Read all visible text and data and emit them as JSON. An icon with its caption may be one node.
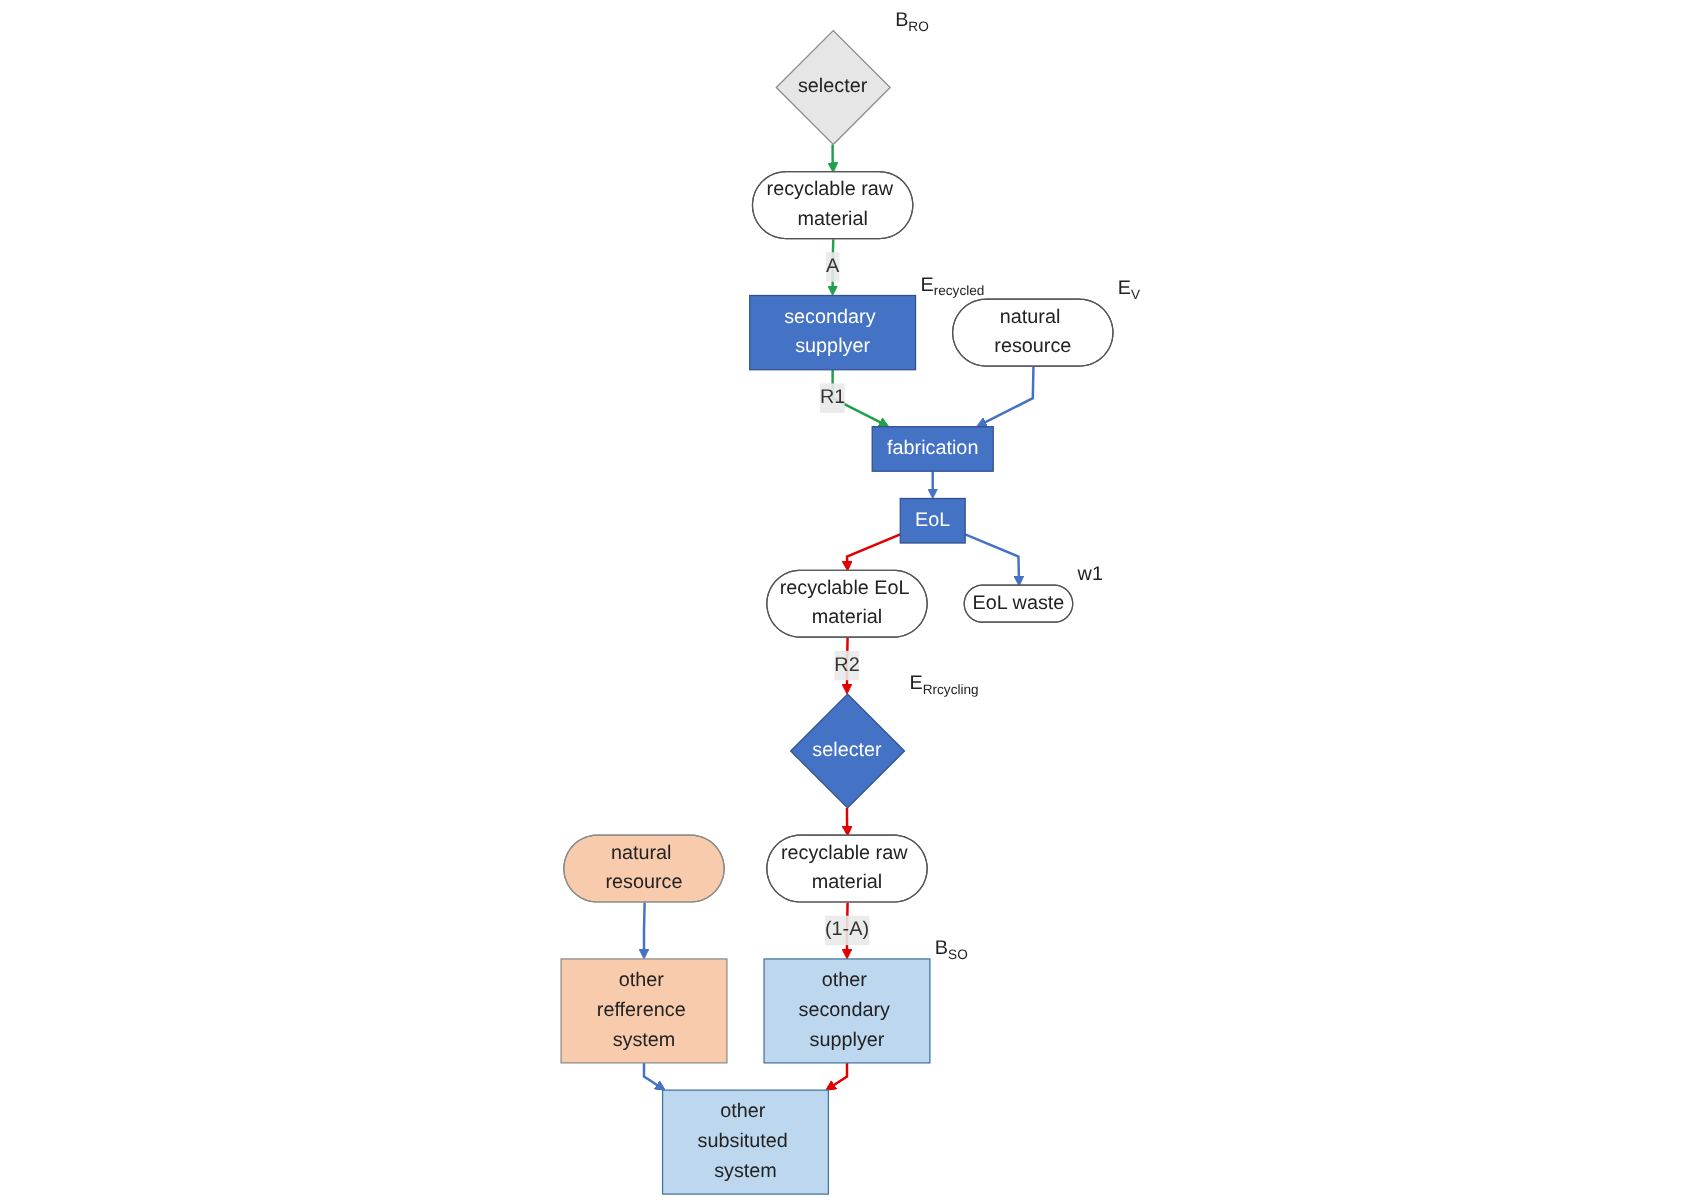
{
  "diagram": {
    "nodes": [
      {
        "text": [
          "other subsituted system"
        ]
      },
      {
        "text": [
          "other refference system"
        ]
      },
      {
        "text": [
          "natural resource"
        ]
      },
      {
        "text": [
          "other secondary supplyer"
        ],
        "beside": [
          "B$_{SO}$"
        ]
      },
      {
        "text": [
          "selecter"
        ],
        "beside": [
          "B$_{RO}$"
        ]
      },
      {
        "text": [
          "recyclable raw material"
        ]
      },
      {
        "text": [
          "secondary supplyer"
        ],
        "beside": [
          "E$_{recycled}$"
        ]
      },
      {
        "text": [
          "recyclable raw material"
        ]
      },
      {
        "text": [
          "selecter"
        ],
        "beside": [
          "E$_{Rrcycling}$"
        ]
      },
      {
        "text": [
          "recyclable EoL material"
        ]
      },
      {
        "text": [
          "natural resource"
        ],
        "beside": [
          "E$_{V}$"
        ]
      },
      {
        "text": [
          "fabrication"
        ]
      },
      {
        "text": [
          "EoL"
        ]
      },
      {
        "text": [
          "EoL waste"
        ],
        "beside": [
          "w1"
        ]
      }
    ],
    "edges": [
      {
        "from": 2,
        "to": 1,
        "arrow": "to"
      },
      {
        "from": 1,
        "to": 0,
        "arrow": "to"
      },
      {
        "from": 3,
        "to": 0,
        "arrow": "to",
        "color": "#e00000"
      },
      {
        "from": 7,
        "to": 3,
        "arrow": "to",
        "label": "(1-A)",
        "color": "#e00000"
      },
      {
        "from": 8,
        "to": 7,
        "arrow": "to",
        "color": "#e00000"
      },
      {
        "from": 9,
        "to": 8,
        "arrow": "to",
        "label": "R2",
        "color": "#e00000"
      },
      {
        "from": 12,
        "to": 9,
        "arrow": "to",
        "color": "#e00000"
      },
      {
        "from": 4,
        "to": 5,
        "arrow": "to",
        "color": "#22a04b"
      },
      {
        "from": 5,
        "to": 6,
        "arrow": "to",
        "label": "A",
        "color": "#22a04b"
      },
      {
        "from": 6,
        "to": 11,
        "arrow": "to",
        "label": "R1",
        "color": "#22a04b"
      },
      {
        "from": 10,
        "to": 11,
        "arrow": "to"
      },
      {
        "from": 11,
        "to": 12,
        "arrow": "to"
      },
      {
        "from": 12,
        "to": 13,
        "arrow": "to"
      }
    ]
  }
}
